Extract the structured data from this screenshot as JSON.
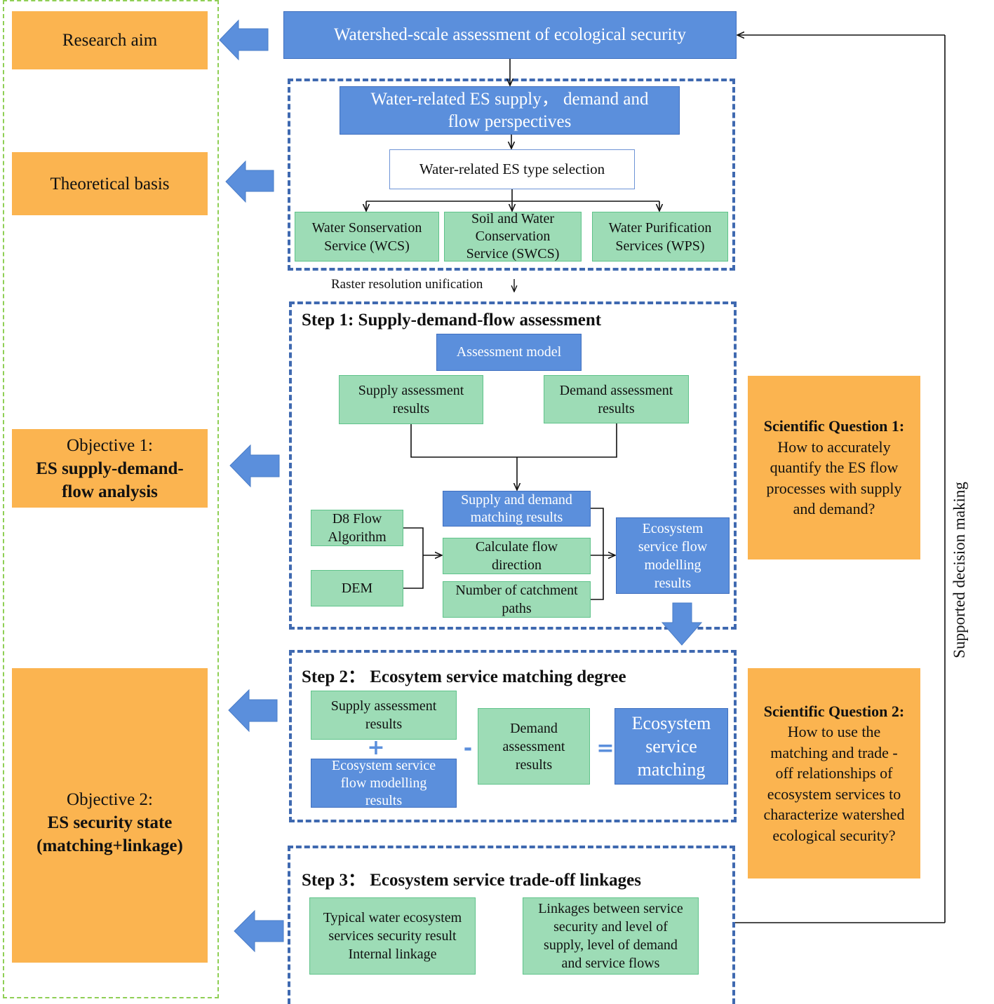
{
  "left": {
    "research_aim": "Research aim",
    "theoretical_basis": "Theoretical basis",
    "objective1_line1": "Objective 1:",
    "objective1_line2": "ES supply-demand-",
    "objective1_line3": "flow analysis",
    "objective2_line1": "Objective 2:",
    "objective2_line2": "ES security state",
    "objective2_line3": "(matching+linkage)"
  },
  "top": {
    "title": "Watershed-scale assessment of ecological security",
    "perspectives_line1": "Water-related ES supply， demand and",
    "perspectives_line2": "flow perspectives",
    "type_selection": "Water-related ES type selection",
    "wcs_line1": "Water Sonservation",
    "wcs_line2": "Service (WCS)",
    "swcs_line1": "Soil and Water",
    "swcs_line2": "Conservation",
    "swcs_line3": "Service (SWCS)",
    "wps_line1": "Water Purification",
    "wps_line2": "Services (WPS)",
    "raster_note": "Raster resolution unification"
  },
  "step1": {
    "title": "Step 1: Supply-demand-flow assessment",
    "assessment_model": "Assessment model",
    "supply_line1": "Supply assessment",
    "supply_line2": "results",
    "demand_line1": "Demand assessment",
    "demand_line2": "results",
    "matching_line1": "Supply and demand",
    "matching_line2": "matching results",
    "d8_line1": "D8 Flow",
    "d8_line2": "Algorithm",
    "dem": "DEM",
    "flowdir_line1": "Calculate flow",
    "flowdir_line2": "direction",
    "catch_line1": "Number of catchment",
    "catch_line2": "paths",
    "esflow_line1": "Ecosystem",
    "esflow_line2": "service flow",
    "esflow_line3": "modelling",
    "esflow_line4": "results"
  },
  "step2": {
    "title": "Step 2： Ecosytem service matching degree",
    "supply_line1": "Supply assessment",
    "supply_line2": "results",
    "flow_line1": "Ecosystem service",
    "flow_line2": "flow modelling",
    "flow_line3": "results",
    "demand_line1": "Demand",
    "demand_line2": "assessment",
    "demand_line3": "results",
    "match_line1": "Ecosystem",
    "match_line2": "service",
    "match_line3": "matching",
    "plus": "+",
    "minus": "-",
    "equals": "="
  },
  "step3": {
    "title": "Step 3： Ecosystem service trade-off linkages",
    "typical_line1": "Typical water ecosystem",
    "typical_line2": "services security result",
    "typical_line3": "Internal linkage",
    "linkage_line1": "Linkages between service",
    "linkage_line2": "security and level of",
    "linkage_line3": "supply, level of demand",
    "linkage_line4": "and service flows"
  },
  "questions": {
    "q1_title": "Scientific Question 1:",
    "q1_line1": "How to accurately",
    "q1_line2": "quantify the ES flow",
    "q1_line3": "processes with supply",
    "q1_line4": "and demand?",
    "q2_title": "Scientific Question 2:",
    "q2_line1": "How to use the",
    "q2_line2": "matching and trade -",
    "q2_line3": "off relationships of",
    "q2_line4": "ecosystem services to",
    "q2_line5": "characterize watershed",
    "q2_line6": "ecological security?"
  },
  "feedback_label": "Supported decision making",
  "colors": {
    "orange": "#fbb450",
    "blue": "#5b8fdc",
    "green": "#9ddcb6",
    "dash_blue": "#3f69b0",
    "dash_green": "#8fcf55"
  }
}
